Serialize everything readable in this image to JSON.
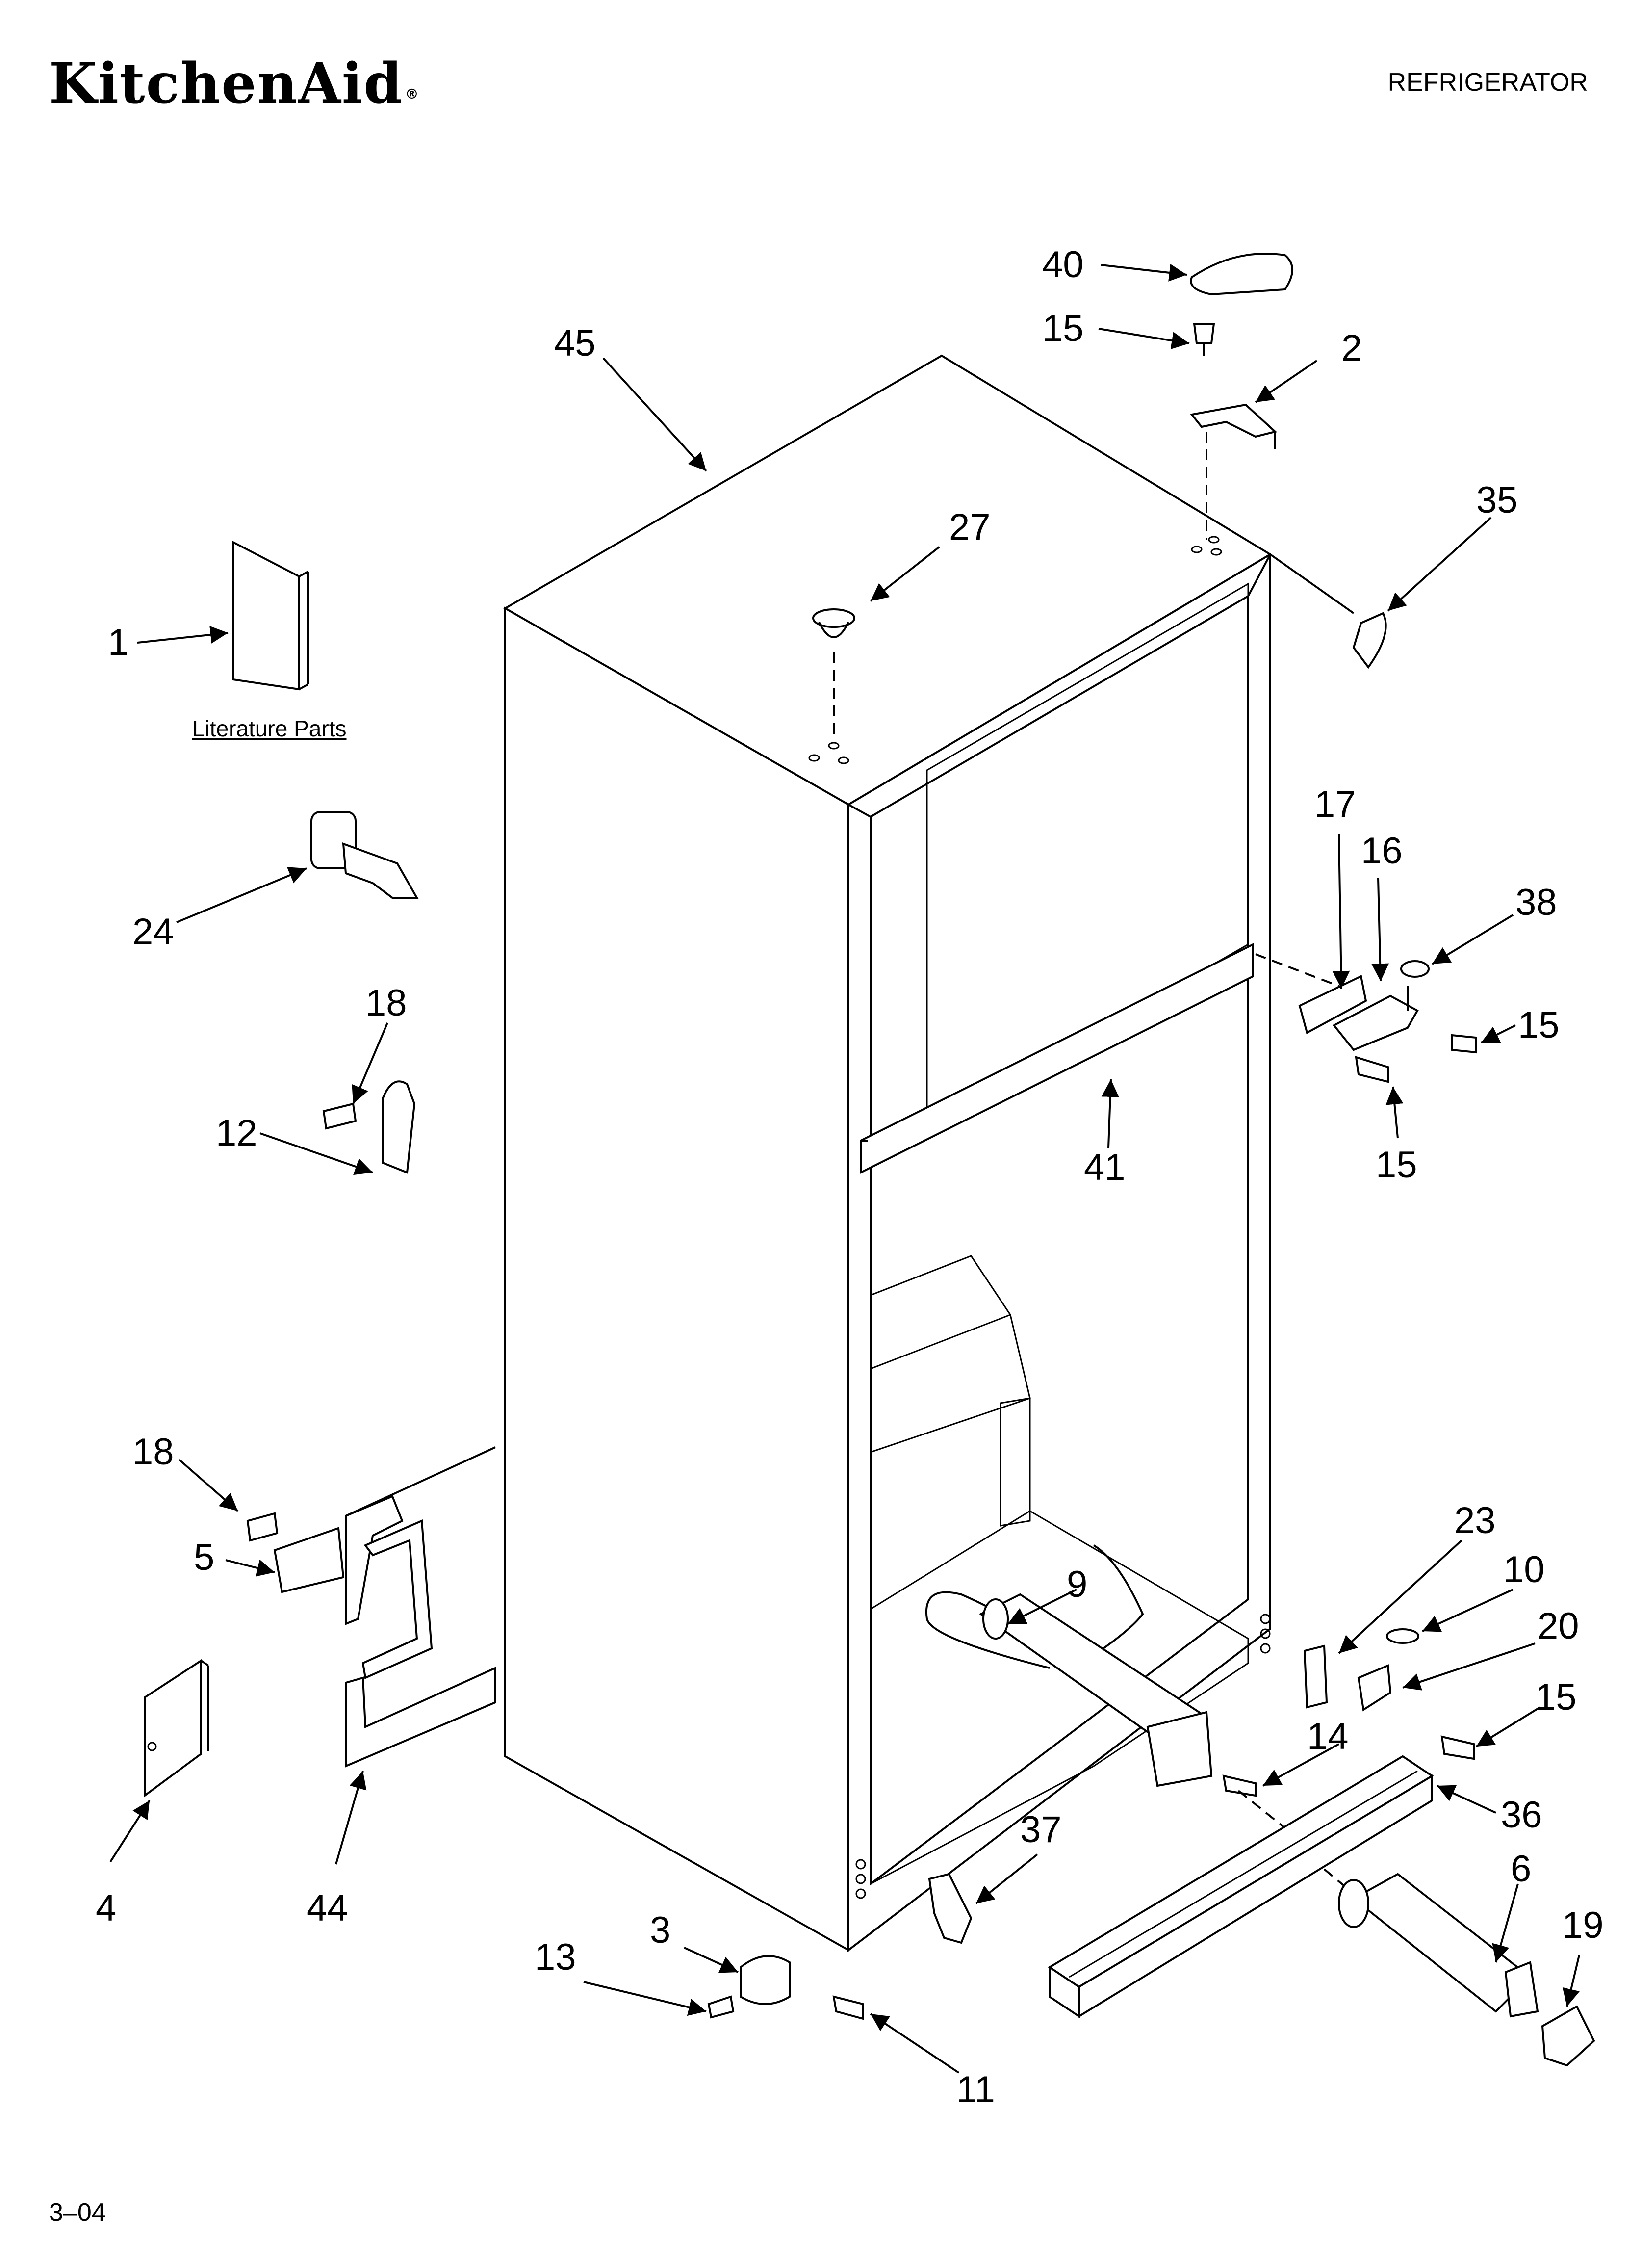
{
  "header": {
    "brand": "KitchenAid",
    "brand_mark": "®",
    "title": "REFRIGERATOR"
  },
  "literature_label": "Literature Parts",
  "footer": {
    "code": "3–04"
  },
  "callouts": {
    "c1": "1",
    "c2": "2",
    "c3": "3",
    "c4": "4",
    "c5": "5",
    "c6": "6",
    "c9": "9",
    "c10": "10",
    "c11": "11",
    "c12": "12",
    "c13": "13",
    "c14": "14",
    "c15a": "15",
    "c15b": "15",
    "c15c": "15",
    "c15d": "15",
    "c16": "16",
    "c17": "17",
    "c18a": "18",
    "c18b": "18",
    "c19": "19",
    "c20": "20",
    "c23": "23",
    "c24": "24",
    "c27": "27",
    "c35": "35",
    "c36": "36",
    "c37": "37",
    "c38": "38",
    "c40": "40",
    "c41": "41",
    "c44": "44",
    "c45": "45"
  }
}
